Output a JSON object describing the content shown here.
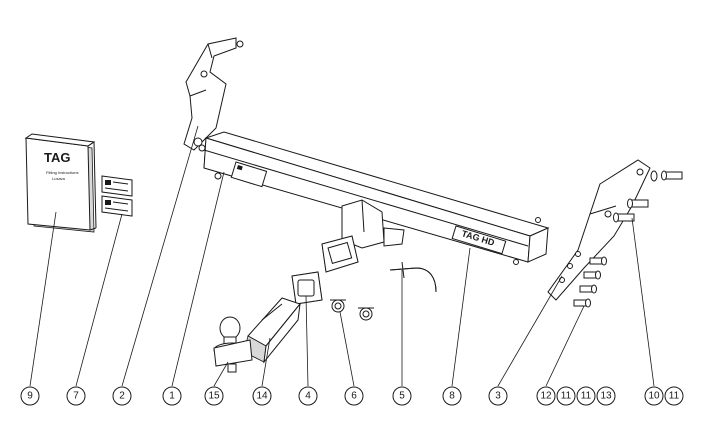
{
  "brand": {
    "logo_text": "TAG",
    "beam_label": "TAG HD"
  },
  "manual": {
    "title": "Fitting Instructions",
    "subtitle": "Lusava"
  },
  "callouts": [
    {
      "id": "c9",
      "label": "9"
    },
    {
      "id": "c7",
      "label": "7"
    },
    {
      "id": "c2",
      "label": "2"
    },
    {
      "id": "c1",
      "label": "1"
    },
    {
      "id": "c15",
      "label": "15"
    },
    {
      "id": "c14",
      "label": "14"
    },
    {
      "id": "c4",
      "label": "4"
    },
    {
      "id": "c6",
      "label": "6"
    },
    {
      "id": "c5",
      "label": "5"
    },
    {
      "id": "c8",
      "label": "8"
    },
    {
      "id": "c3",
      "label": "3"
    },
    {
      "id": "c12",
      "label": "12"
    },
    {
      "id": "c11a",
      "label": "11"
    },
    {
      "id": "c11b",
      "label": "11"
    },
    {
      "id": "c13",
      "label": "13"
    },
    {
      "id": "c10",
      "label": "10"
    },
    {
      "id": "c11c",
      "label": "11"
    }
  ]
}
